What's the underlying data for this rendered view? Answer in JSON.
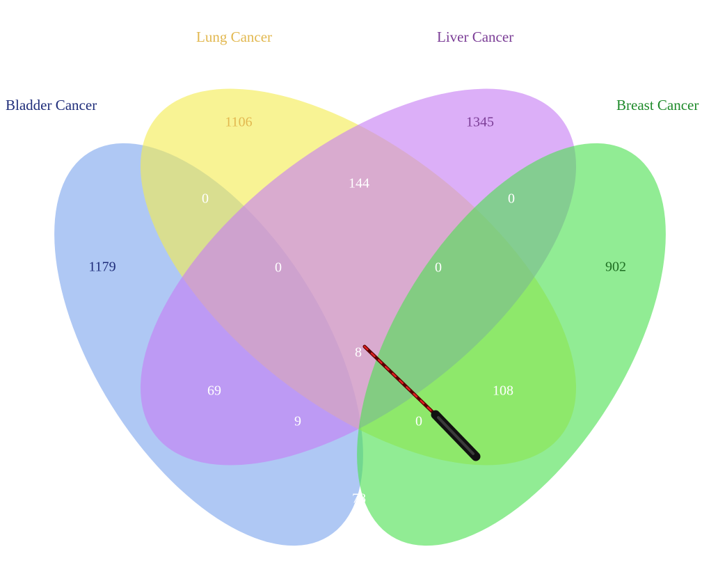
{
  "sets": [
    {
      "id": "bladder",
      "label": "Bladder Cancer",
      "fill": "#7ea7ee",
      "label_color": "#1f2d7a"
    },
    {
      "id": "lung",
      "label": "Lung Cancer",
      "fill": "#f3ec52",
      "label_color": "#e2b850"
    },
    {
      "id": "liver",
      "label": "Liver Cancer",
      "fill": "#c77ef3",
      "label_color": "#7b3d96"
    },
    {
      "id": "breast",
      "label": "Breast Cancer",
      "fill": "#4ee052",
      "label_color": "#1e8a2a"
    }
  ],
  "regions": {
    "bladder_only": "1179",
    "lung_only": "1106",
    "liver_only": "1345",
    "breast_only": "902",
    "bladder_lung": "0",
    "lung_liver": "144",
    "liver_breast": "0",
    "bladder_lung_liver": "0",
    "lung_liver_breast": "0",
    "all_four": "8",
    "bladder_liver": "69",
    "lung_breast": "108",
    "bladder_liver_breast": "9",
    "bladder_lung_breast": "0",
    "bladder_breast": "78"
  },
  "colors": {
    "bladder_only_text": "#1f2d7a",
    "lung_only_text": "#e2b850",
    "liver_only_text": "#7b3d96",
    "breast_only_text": "#1e6e22",
    "overlap_text": "#ffffff"
  }
}
